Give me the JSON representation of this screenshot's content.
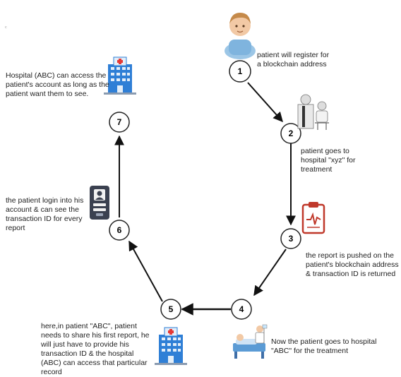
{
  "corner_mark": "c",
  "steps": [
    {
      "number": "1",
      "text": "patient will register for a blockchain address",
      "icon": "patient-avatar-icon"
    },
    {
      "number": "2",
      "text": "patient goes to hospital \"xyz\" for treatment",
      "icon": "doctor-consultation-icon"
    },
    {
      "number": "3",
      "text": "the report is pushed on the patient's blockchain address & transaction ID is returned",
      "icon": "medical-report-clipboard-icon"
    },
    {
      "number": "4",
      "text": "Now the patient goes to hospital \"ABC\" for the treatment",
      "icon": "hospital-bed-treatment-icon"
    },
    {
      "number": "5",
      "text": "here,in patient \"ABC\", patient needs to share his first report, he will just have to provide his transaction ID & the hospital (ABC) can access that particular record",
      "icon": "hospital-building-icon"
    },
    {
      "number": "6",
      "text": "the patient login into his account & can see the transaction ID for every report",
      "icon": "login-profile-card-icon"
    },
    {
      "number": "7",
      "text": "Hospital (ABC) can access the patient's account as long as the patient want them to see.",
      "icon": "hospital-building-icon"
    }
  ],
  "colors": {
    "node_stroke": "#222222",
    "arrow": "#111111",
    "report_icon": "#c0392b",
    "hospital_blue": "#2f7fd6"
  }
}
